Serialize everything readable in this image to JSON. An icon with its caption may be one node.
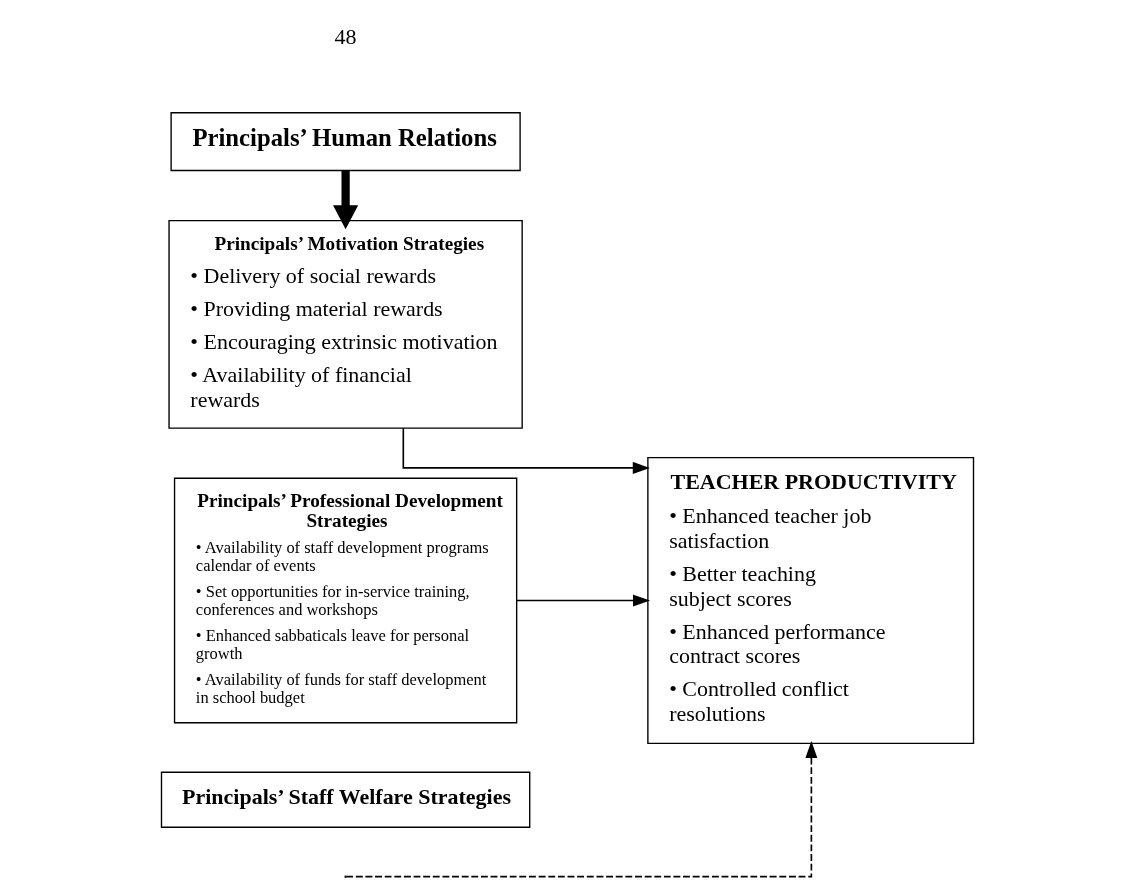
{
  "diagram": {
    "nodes": [
      {
        "text": [
          "Principals’ Human Relations"
        ]
      },
      {
        "text": [
          "Principals’ Motivation Strategies",
          "• Delivery of social rewards",
          "• Providing material rewards",
          "• Encouraging extrinsic motivation",
          "• Availability of financial rewards"
        ]
      },
      {
        "text": [
          "Principals’ Professional Development Strategies",
          "• Availability of staff development programs calendar of events",
          "• Set opportunities for in-service training, conferences and workshops",
          "• Enhanced sabbaticals leave for personal growth",
          "• Availability of funds for staff development in school budget"
        ]
      },
      {
        "text": [
          "TEACHER PRODUCTIVITY",
          "• Enhanced teacher job satisfaction",
          "• Better teaching subject scores",
          "• Enhanced performance contract scores",
          "• Controlled conflict resolutions"
        ]
      },
      {
        "text": [
          "Principals’ Staff Welfare Strategies"
        ]
      }
    ],
    "edges": [
      {
        "from": 0,
        "to": 1,
        "arrow": "to",
        "style": "thick"
      },
      {
        "from": 1,
        "to": 3,
        "arrow": "to"
      },
      {
        "from": 2,
        "to": 3,
        "arrow": "to"
      },
      {
        "from": null,
        "to": 3,
        "arrow": "to",
        "style": "dashed"
      }
    ],
    "labels": [
      "48"
    ]
  }
}
